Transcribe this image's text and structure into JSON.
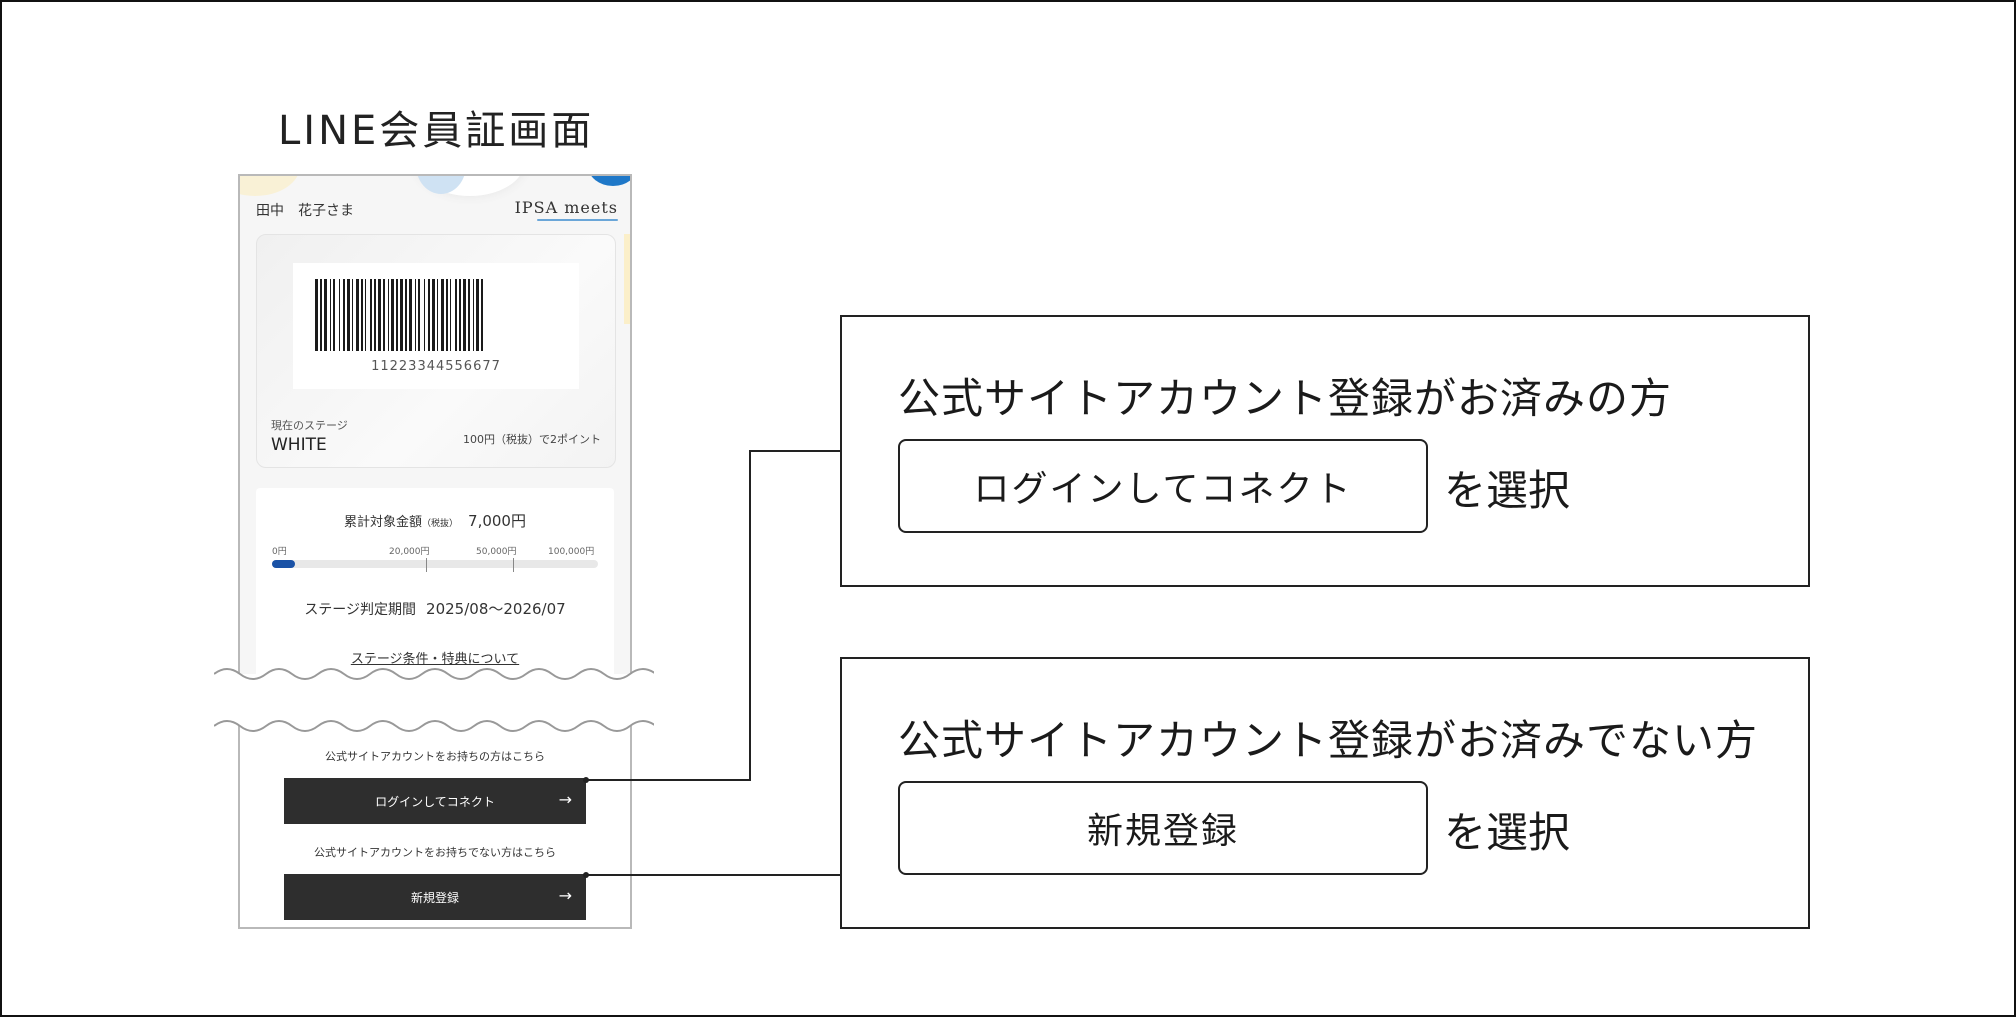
{
  "screen_title": "LINE会員証画面",
  "phone": {
    "user_name": "田中　花子さま",
    "brand": "IPSA meets",
    "barcode_number": "11223344556677",
    "stage_label": "現在のステージ",
    "stage_value": "WHITE",
    "point_rate": "100円（税抜）で2ポイント",
    "total_label": "累計対象金額",
    "total_tax_note": "（税抜）",
    "total_amount": "7,000円",
    "progress_fraction": 0.07,
    "tick_labels": [
      "0円",
      "20,000円",
      "50,000円",
      "100,000円"
    ],
    "period_label": "ステージ判定期間",
    "period_value": "2025/08〜2026/07",
    "conditions_link": "ステージ条件・特典について",
    "login_hint": "公式サイトアカウントをお持ちの方はこちら",
    "login_button": "ログインしてコネクト",
    "register_hint": "公式サイトアカウントをお持ちでない方はこちら",
    "register_button": "新規登録",
    "arrow_icon": "arrow-right-icon"
  },
  "callouts": {
    "registered": {
      "title": "公式サイトアカウント登録がお済みの方",
      "button": "ログインしてコネクト",
      "suffix": "を選択"
    },
    "not_registered": {
      "title": "公式サイトアカウント登録がお済みでない方",
      "button": "新規登録",
      "suffix": "を選択"
    }
  },
  "colors": {
    "progress_fill": "#1a52a6",
    "dark_button": "#2e2e2e",
    "accent_blue": "#1f78c8"
  }
}
